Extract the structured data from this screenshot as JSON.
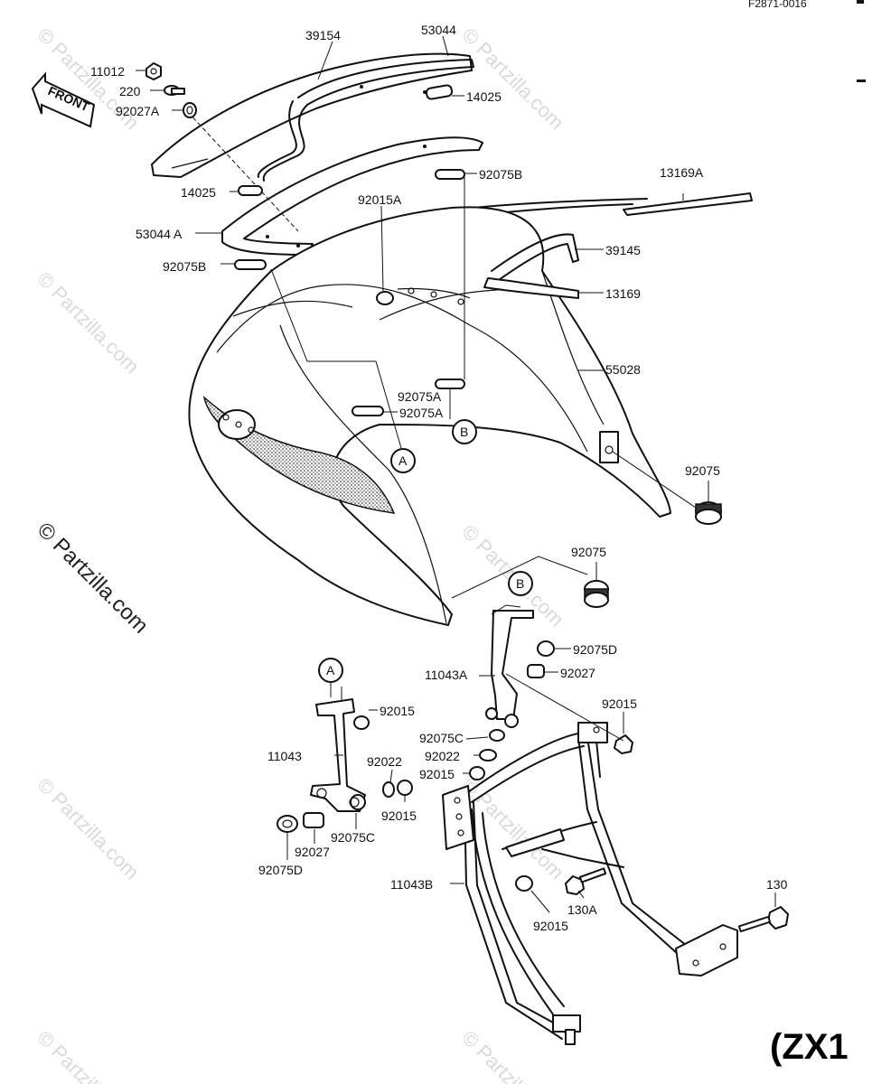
{
  "diagram": {
    "code": "F2871-0016",
    "model_label": "(ZX1",
    "front_label": "FRONT",
    "watermark_text": "© Partzilla.com",
    "callouts": [
      "A",
      "B",
      "A",
      "B"
    ],
    "part_labels": [
      "39154",
      "53044",
      "11012",
      "220",
      "92027A",
      "14025",
      "14025",
      "92015A",
      "92075B",
      "13169A",
      "53044 A",
      "39145",
      "92075B",
      "13169",
      "55028",
      "92075A",
      "92075A",
      "92075",
      "92075",
      "92075D",
      "11043A",
      "92027",
      "92015",
      "92015",
      "92075C",
      "92022",
      "92015",
      "11043",
      "92022",
      "92015",
      "92075C",
      "92027",
      "92075D",
      "11043B",
      "92015",
      "130A",
      "130"
    ]
  }
}
